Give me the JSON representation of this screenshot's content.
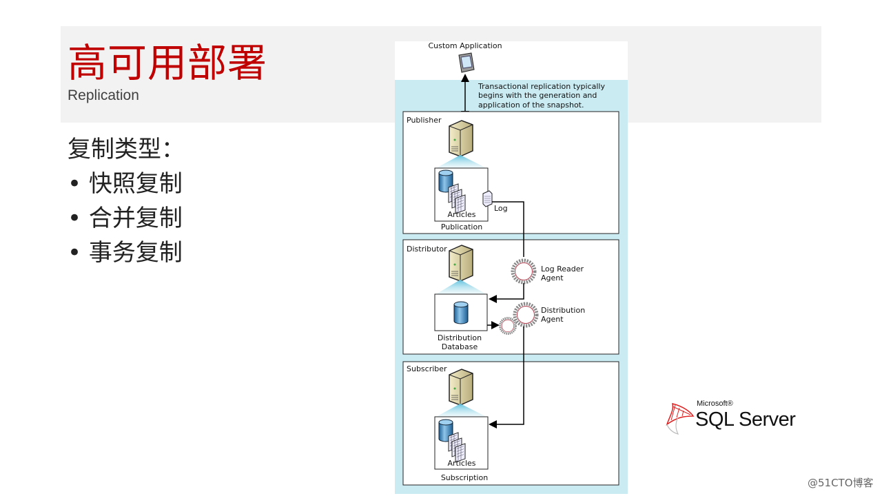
{
  "slide": {
    "title": "高可用部署",
    "subtitle": "Replication",
    "intro": "复制类型：",
    "bullets": [
      "快照复制",
      "合并复制",
      "事务复制"
    ]
  },
  "diagram": {
    "custom_app": "Custom Application",
    "note": [
      "Transactional replication typically",
      "begins with the generation and",
      "application of the snapshot."
    ],
    "publisher": "Publisher",
    "articles": "Articles",
    "publication": "Publication",
    "log": "Log",
    "distributor": "Distributor",
    "log_reader_agent": [
      "Log Reader",
      "Agent"
    ],
    "distribution_agent": [
      "Distribution",
      "Agent"
    ],
    "distribution_database": [
      "Distribution",
      "Database"
    ],
    "subscriber": "Subscriber",
    "subscription": "Subscription"
  },
  "logo": {
    "brand": "Microsoft®",
    "product": "SQL Server"
  },
  "watermark": "@51CTO博客",
  "colors": {
    "title": "#c00000",
    "band": "#f2f2f2",
    "diagram_bg": "#cbebf2"
  }
}
